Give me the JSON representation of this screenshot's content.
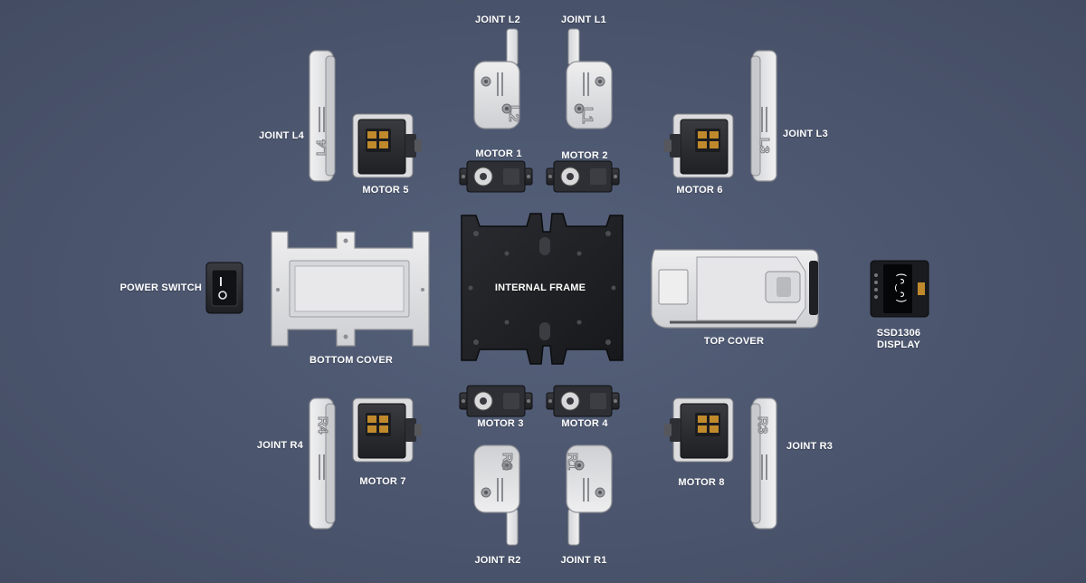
{
  "colors": {
    "background": "#4a546c",
    "label": "#ffffff",
    "part_light": "#e4e4e6",
    "part_shade": "#b9bbbf",
    "motor_dark": "#2a2b2f",
    "frame": "#1c1d21",
    "connector": "#c08a2c"
  },
  "labels": {
    "joint_l2": "JOINT L2",
    "joint_l1": "JOINT L1",
    "joint_l4": "JOINT L4",
    "joint_l3": "JOINT L3",
    "motor_1": "MOTOR 1",
    "motor_2": "MOTOR 2",
    "motor_5": "MOTOR 5",
    "motor_6": "MOTOR 6",
    "power_switch": "POWER SWITCH",
    "bottom_cover": "BOTTOM COVER",
    "internal_frame": "INTERNAL FRAME",
    "top_cover": "TOP COVER",
    "display": "SSD1306\nDISPLAY",
    "motor_3": "MOTOR 3",
    "motor_4": "MOTOR 4",
    "motor_7": "MOTOR 7",
    "motor_8": "MOTOR 8",
    "joint_r4": "JOINT R4",
    "joint_r3": "JOINT R3",
    "joint_r2": "JOINT R2",
    "joint_r1": "JOINT R1"
  },
  "engraving": {
    "l1": "L1",
    "l2": "L2",
    "l3": "L3",
    "l4": "L4",
    "r1": "R1",
    "r2": "R2",
    "r3": "R3",
    "r4": "R4"
  },
  "display_face": "(ᴖ‿ᴖ)"
}
